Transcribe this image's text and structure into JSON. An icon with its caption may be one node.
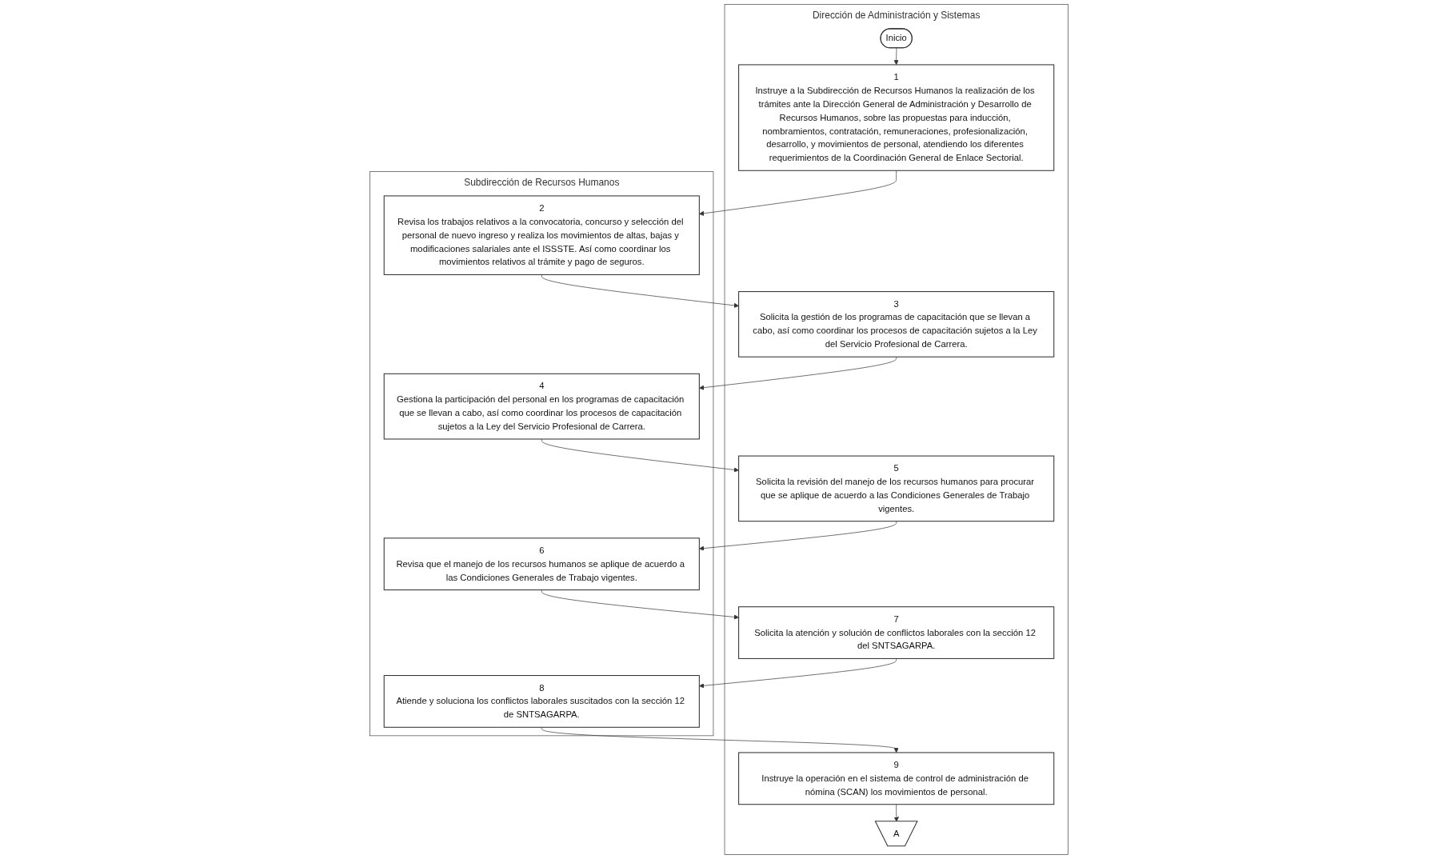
{
  "diagram": {
    "nodes": [
      {
        "text": [
          "Dirección de Administración y Sistemas"
        ]
      },
      {
        "text": [
          "Subdirección de Recursos Humanos"
        ]
      },
      {
        "text": [
          "Inicio"
        ],
        "in": 0
      },
      {
        "text": [
          "1",
          "Instruye a la Subdirección de Recursos Humanos la realización de los trámites ante la Dirección General de Administración y Desarrollo de Recursos Humanos, sobre las propuestas para inducción, nombramientos, contratación, remuneraciones, profesionalización, desarrollo, y movimientos de personal, atendiendo los diferentes requerimientos de la Coordinación General de Enlace Sectorial."
        ],
        "in": 0
      },
      {
        "text": [
          "2",
          "Revisa los trabajos relativos a la convocatoria, concurso y selección del personal de nuevo ingreso y realiza los movimientos de altas, bajas y modificaciones salariales ante el ISSSTE. Así como coordinar los movimientos relativos al trámite y pago de seguros."
        ],
        "in": 1
      },
      {
        "text": [
          "3",
          "Solicita la gestión de los programas de capacitación que se llevan a cabo, así como coordinar los procesos de capacitación sujetos a la Ley del Servicio Profesional de Carrera."
        ],
        "in": 0
      },
      {
        "text": [
          "4",
          "Gestiona la participación del personal en los programas de capacitación que se llevan a cabo, así como coordinar los procesos de capacitación sujetos a la Ley del Servicio Profesional de Carrera."
        ],
        "in": 1
      },
      {
        "text": [
          "5",
          "Solicita la revisión del manejo de los recursos humanos para procurar que se aplique de acuerdo a las Condiciones Generales de Trabajo vigentes."
        ],
        "in": 0
      },
      {
        "text": [
          "6",
          "Revisa que el manejo de los recursos humanos se aplique de acuerdo a las Condiciones Generales de Trabajo vigentes."
        ],
        "in": 1
      },
      {
        "text": [
          "7",
          "Solicita la atención y solución de conflictos laborales con la sección 12 del SNTSAGARPA."
        ],
        "in": 0
      },
      {
        "text": [
          "8",
          "Atiende y soluciona los conflictos laborales suscitados con la sección 12 de SNTSAGARPA."
        ],
        "in": 1
      },
      {
        "text": [
          "9",
          "Instruye la operación en el sistema de control de administración de nómina (SCAN) los movimientos de personal."
        ],
        "in": 0
      },
      {
        "text": [
          "A"
        ],
        "in": 0
      }
    ],
    "edges": [
      {
        "from": 2,
        "to": 3,
        "arrow": "to"
      },
      {
        "from": 3,
        "to": 4,
        "arrow": "to"
      },
      {
        "from": 4,
        "to": 5,
        "arrow": "to"
      },
      {
        "from": 5,
        "to": 6,
        "arrow": "to"
      },
      {
        "from": 6,
        "to": 7,
        "arrow": "to"
      },
      {
        "from": 7,
        "to": 8,
        "arrow": "to"
      },
      {
        "from": 8,
        "to": 9,
        "arrow": "to"
      },
      {
        "from": 9,
        "to": 10,
        "arrow": "to"
      },
      {
        "from": 10,
        "to": 11,
        "arrow": "to"
      },
      {
        "from": 11,
        "to": 12,
        "arrow": "to"
      }
    ]
  }
}
